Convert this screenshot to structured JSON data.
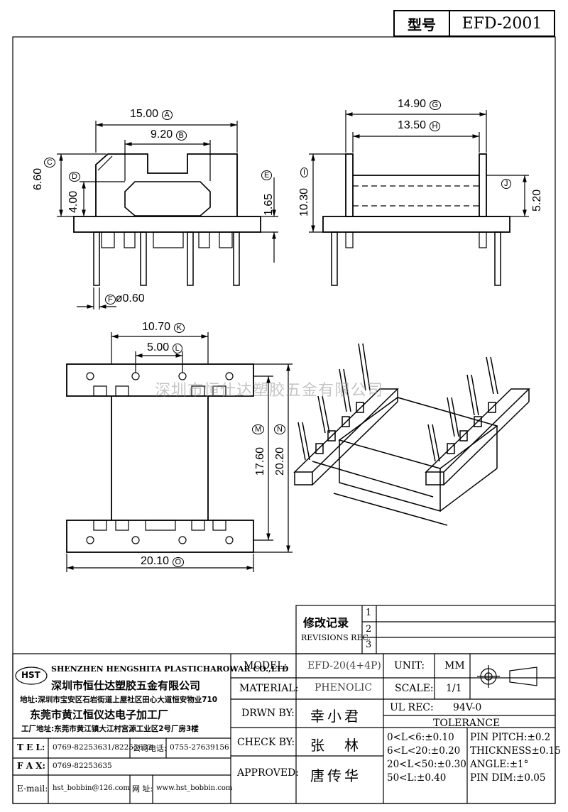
{
  "header": {
    "model_label": "型号",
    "model_value": "EFD-2001"
  },
  "watermark": "深圳市恒仕达塑胶五金有限公司",
  "front_view": {
    "dims": [
      {
        "value": "15.00",
        "tag": "A"
      },
      {
        "value": "9.20",
        "tag": "B"
      },
      {
        "value": "6.60",
        "tag": "C"
      },
      {
        "value": "4.00",
        "tag": "D"
      },
      {
        "value": "1.65",
        "tag": "E"
      },
      {
        "value": "ø0.60",
        "tag": "F"
      }
    ]
  },
  "side_view": {
    "dims": [
      {
        "value": "14.90",
        "tag": "G"
      },
      {
        "value": "13.50",
        "tag": "H"
      },
      {
        "value": "10.30",
        "tag": "I"
      },
      {
        "value": "5.20",
        "tag": "J"
      }
    ]
  },
  "top_view": {
    "dims": [
      {
        "value": "10.70",
        "tag": "K"
      },
      {
        "value": "5.00",
        "tag": "L"
      },
      {
        "value": "17.60",
        "tag": "M"
      },
      {
        "value": "20.20",
        "tag": "N"
      },
      {
        "value": "20.10",
        "tag": "O"
      }
    ]
  },
  "revisions": {
    "title": "修改记录",
    "subtitle": "REVISIONS REC.",
    "rows": [
      "1",
      "2",
      "3"
    ]
  },
  "company": {
    "logo_text": "HST",
    "name_en": "SHENZHEN HENGSHITA PLASTICHAROWAR CO.,LTD",
    "name_cn": "深圳市恒仕达塑胶五金有限公司",
    "address": "地址:深圳市宝安区石岩街道上屋社区田心大道恒安物业710",
    "factory_name": "东莞市黄江恒仪达电子加工厂",
    "factory_address": "工厂地址:东莞市黄江镇大江村宫源工业区2号厂房3楼",
    "contacts": [
      {
        "label": "T E L:",
        "value": "0769-82253631/82253632",
        "label2": "公司电话:",
        "value2": "0755-27639156"
      },
      {
        "label": "F A X:",
        "value": "0769-82253635",
        "label2": "",
        "value2": ""
      },
      {
        "label": "E-mail:",
        "value": "hst_bobbin@126.com",
        "label2": "网 址:",
        "value2": "www.hst_bobbin.com"
      }
    ]
  },
  "spec": {
    "model_label": "MODEL:",
    "model_value": "EFD-20(4+4P)",
    "unit_label": "UNIT:",
    "unit_value": "MM",
    "material_label": "MATERIAL:",
    "material_value": "PHENOLIC",
    "scale_label": "SCALE:",
    "scale_value": "1/1",
    "drawn_label": "DRWN BY:",
    "drawn_value": "幸小君",
    "ul_label": "UL REC:",
    "ul_value": "94V-0",
    "check_label": "CHECK BY:",
    "check_value": "张　林",
    "approved_label": "APPROVED:",
    "approved_value": "唐传华",
    "tolerance_title": "TOLERANCE",
    "tolerance_left": [
      "0<L<6:±0.10",
      "6<L<20:±0.20",
      "20<L<50:±0.30",
      "50<L:±0.40"
    ],
    "tolerance_right": [
      "PIN PITCH:±0.2",
      "THICKNESS±0.15",
      "ANGLE:±1°",
      "PIN DIM:±0.05"
    ]
  }
}
